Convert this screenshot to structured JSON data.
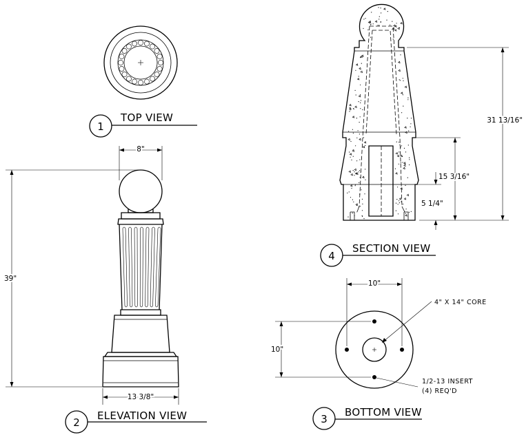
{
  "views": {
    "top": {
      "number": "1",
      "title": "TOP VIEW"
    },
    "elevation": {
      "number": "2",
      "title": "ELEVATION VIEW"
    },
    "bottom": {
      "number": "3",
      "title": "BOTTOM VIEW"
    },
    "section": {
      "number": "4",
      "title": "SECTION VIEW"
    }
  },
  "dimensions": {
    "ball_width": "8\"",
    "total_height": "39\"",
    "base_width": "13 3/8\"",
    "section_height": "31 13/16\"",
    "inner_height": "15 3/16\"",
    "base_height": "5 1/4\"",
    "bottom_width": "10\"",
    "bottom_height": "10\""
  },
  "notes": {
    "core": "4\" X 14\" CORE",
    "insert_line1": "1/2-13 INSERT",
    "insert_line2": "(4) REQ'D"
  }
}
